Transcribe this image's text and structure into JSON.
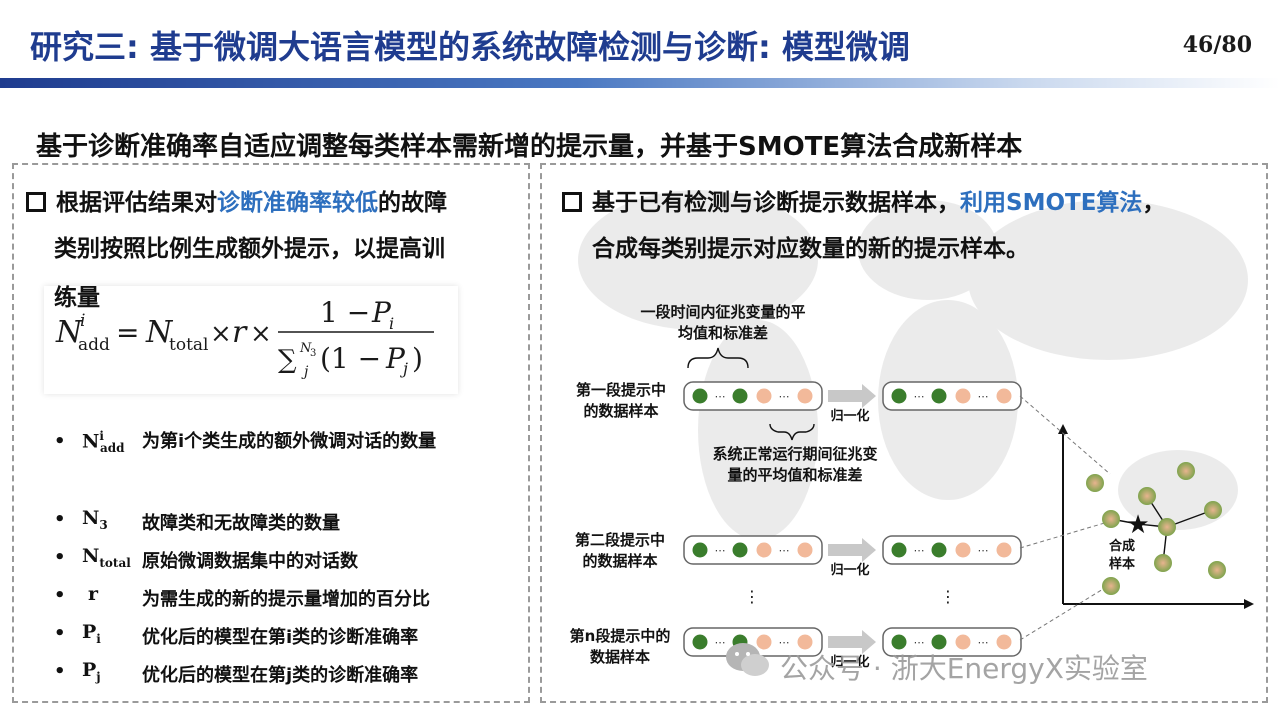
{
  "header": {
    "title": "研究三: 基于微调大语言模型的系统故障检测与诊断: 模型微调",
    "page": "46/80"
  },
  "subtitle": "基于诊断准确率自适应调整每类样本需新增的提示量，并基于SMOTE算法合成新样本",
  "left": {
    "bullet_prefix": "根据评估结果对",
    "bullet_highlight": "诊断准确率较低",
    "bullet_rest_1": "的故障",
    "bullet_line2": "类别按照比例生成额外提示，以提高训",
    "bullet_line3": "练量",
    "definitions": [
      {
        "sym": "N",
        "sup": "i",
        "sub": "add",
        "text": "为第i个类生成的额外微调对话的数量"
      },
      {
        "sym": "N",
        "sup": "",
        "sub": "3",
        "text": "故障类和无故障类的数量"
      },
      {
        "sym": "N",
        "sup": "",
        "sub": "total",
        "text": "原始微调数据集中的对话数"
      },
      {
        "sym": "r",
        "sup": "",
        "sub": "",
        "text": "为需生成的新的提示量增加的百分比"
      },
      {
        "sym": "P",
        "sup": "",
        "sub": "i",
        "text": "优化后的模型在第i类的诊断准确率"
      },
      {
        "sym": "P",
        "sup": "",
        "sub": "j",
        "text": "优化后的模型在第j类的诊断准确率"
      }
    ]
  },
  "right": {
    "bullet_prefix": "基于已有检测与诊断提示数据样本，",
    "bullet_highlight": "利用SMOTE算法",
    "bullet_suffix": "，",
    "bullet_line2": "合成每类别提示对应数量的新的提示样本。",
    "top_note": [
      "一段时间内征兆变量的平",
      "均值和标准差"
    ],
    "mid_note": [
      "系统正常运行期间征兆变",
      "量的平均值和标准差"
    ],
    "rows": [
      {
        "label": [
          "第一段提示中",
          "的数据样本"
        ],
        "norm": "归一化"
      },
      {
        "label": [
          "第二段提示中",
          "的数据样本"
        ],
        "norm": "归一化"
      },
      {
        "label": [
          "第n段提示中的",
          "数据样本"
        ],
        "norm": "归一化"
      }
    ],
    "ellipsis": "⋯",
    "vdots": "⋮",
    "synth_label": [
      "合成",
      "样本"
    ]
  },
  "watermark": "公众号 · 浙大EnergyX实验室",
  "colors": {
    "title": "#1f3c8f",
    "highlight": "#2d6fbe",
    "green": "#3a7d2c",
    "peach": "#f2b99a"
  }
}
